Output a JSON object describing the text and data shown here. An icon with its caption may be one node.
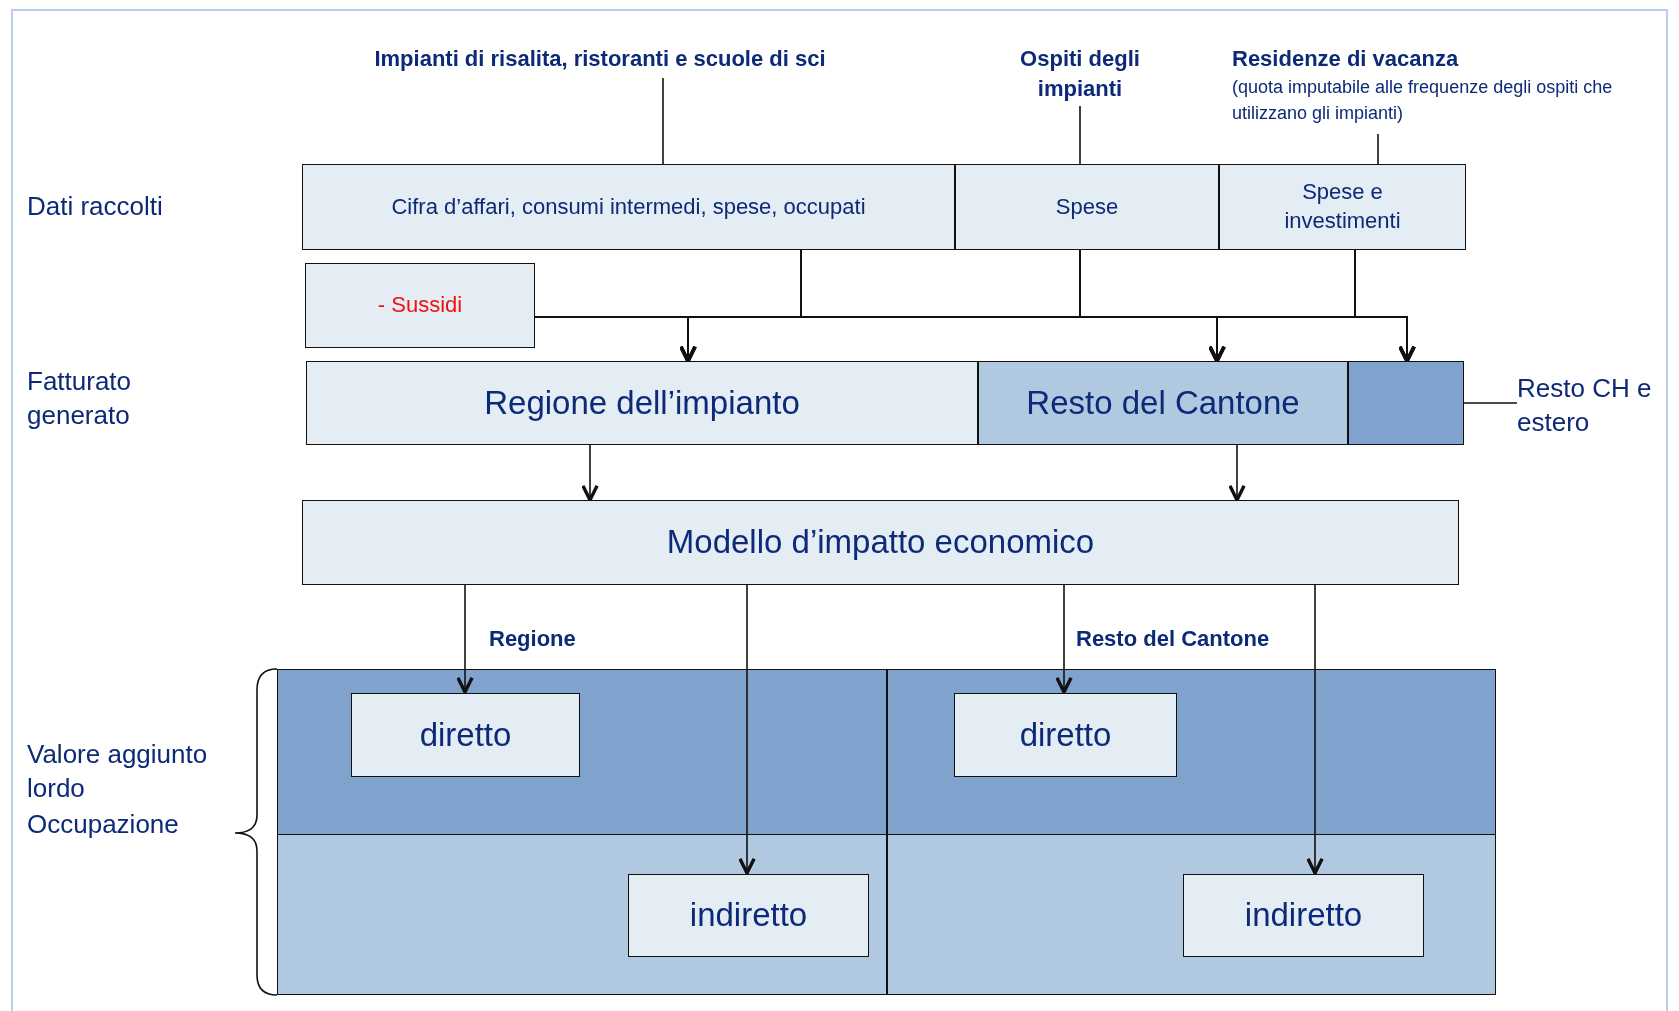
{
  "diagram": {
    "nodes": [
      {
        "text": [
          "Impianti di risalita, ristoranti e scuole di sci"
        ]
      },
      {
        "text": [
          "Ospiti degli impianti"
        ]
      },
      {
        "text": [
          "Residenze di vacanza",
          "(quota imputabile alle frequenze degli ospiti che utilizzano gli impianti)"
        ]
      },
      {
        "text": [
          "Cifra d’affari, consumi intermedi, spese, occupati"
        ]
      },
      {
        "text": [
          "Spese"
        ]
      },
      {
        "text": [
          "Spese e investimenti"
        ]
      },
      {
        "text": [
          "- Sussidi"
        ]
      },
      {
        "text": [
          "Regione dell’impianto"
        ]
      },
      {
        "text": [
          "Resto del Cantone"
        ]
      },
      {
        "text": [],
        "shape": "box"
      },
      {
        "text": [
          "Resto CH e estero"
        ]
      },
      {
        "text": [
          "Modello d’impatto economico"
        ]
      },
      {
        "text": [
          "Regione"
        ]
      },
      {
        "text": [
          "diretto"
        ],
        "in": 12
      },
      {
        "text": [
          "indiretto"
        ],
        "in": 12
      },
      {
        "text": [
          "Resto del Cantone"
        ]
      },
      {
        "text": [
          "diretto"
        ],
        "in": 15
      },
      {
        "text": [
          "indiretto"
        ],
        "in": 15
      }
    ],
    "edges": [
      {
        "from": 0,
        "to": 3,
        "arrow": "none"
      },
      {
        "from": 1,
        "to": 4,
        "arrow": "none"
      },
      {
        "from": 2,
        "to": 5,
        "arrow": "none"
      },
      {
        "from": 3,
        "to": 7,
        "arrow": "to"
      },
      {
        "from": 3,
        "to": 8,
        "arrow": "to"
      },
      {
        "from": 3,
        "to": 9,
        "arrow": "to"
      },
      {
        "from": 4,
        "to": 7,
        "arrow": "to"
      },
      {
        "from": 4,
        "to": 8,
        "arrow": "to"
      },
      {
        "from": 4,
        "to": 9,
        "arrow": "to"
      },
      {
        "from": 5,
        "to": 7,
        "arrow": "to"
      },
      {
        "from": 5,
        "to": 8,
        "arrow": "to"
      },
      {
        "from": 5,
        "to": 9,
        "arrow": "to"
      },
      {
        "from": 6,
        "to": 7,
        "arrow": "to"
      },
      {
        "from": 6,
        "to": 8,
        "arrow": "to"
      },
      {
        "from": 6,
        "to": 9,
        "arrow": "to"
      },
      {
        "from": 10,
        "to": 9,
        "arrow": "none"
      },
      {
        "from": 7,
        "to": 11,
        "arrow": "to"
      },
      {
        "from": 8,
        "to": 11,
        "arrow": "to"
      },
      {
        "from": 11,
        "to": 13,
        "arrow": "to"
      },
      {
        "from": 11,
        "to": 14,
        "arrow": "to"
      },
      {
        "from": 11,
        "to": 16,
        "arrow": "to"
      },
      {
        "from": 11,
        "to": 17,
        "arrow": "to"
      }
    ],
    "labels": [
      "Dati raccolti",
      "Fatturato generato",
      "Valore aggiunto lordo",
      "Occupazione"
    ]
  }
}
